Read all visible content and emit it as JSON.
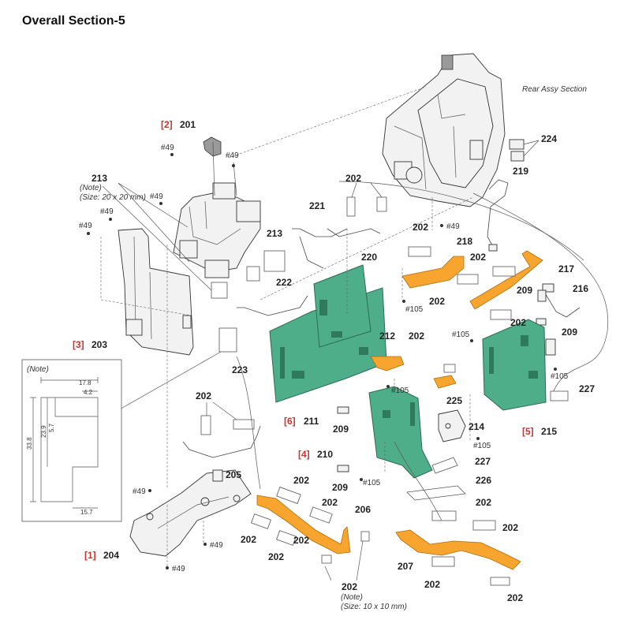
{
  "title": "Overall Section-5",
  "rear_assy_label": "Rear Assy Section",
  "note_box": {
    "title": "(Note)",
    "dims": {
      "w_top": "17.8",
      "w_inner": "4.2",
      "h_outer": "33.8",
      "h_mid": "23.9",
      "h_small": "5.7",
      "w_bottom": "15.7"
    }
  },
  "notes": {
    "n213_title": "(Note)",
    "n213_size": "(Size: 20 x 20 mm)",
    "n202_title": "(Note)",
    "n202_size": "(Size: 10 x 10 mm)"
  },
  "ref_labels": [
    "[1]",
    "[2]",
    "[3]",
    "[4]",
    "[5]",
    "[6]"
  ],
  "part_numbers": {
    "p201": "201",
    "p202": "202",
    "p203": "203",
    "p204": "204",
    "p205": "205",
    "p206": "206",
    "p207": "207",
    "p209": "209",
    "p210": "210",
    "p211": "211",
    "p212": "212",
    "p213": "213",
    "p214": "214",
    "p215": "215",
    "p216": "216",
    "p217": "217",
    "p218": "218",
    "p219": "219",
    "p220": "220",
    "p221": "221",
    "p222": "222",
    "p223": "223",
    "p224": "224",
    "p225": "225",
    "p226": "226",
    "p227": "227"
  },
  "screws": {
    "s49": "#49",
    "s105": "#105"
  },
  "colors": {
    "board": "#4fae8a",
    "flex": "#f7a52e",
    "ref": "#d0312d"
  }
}
